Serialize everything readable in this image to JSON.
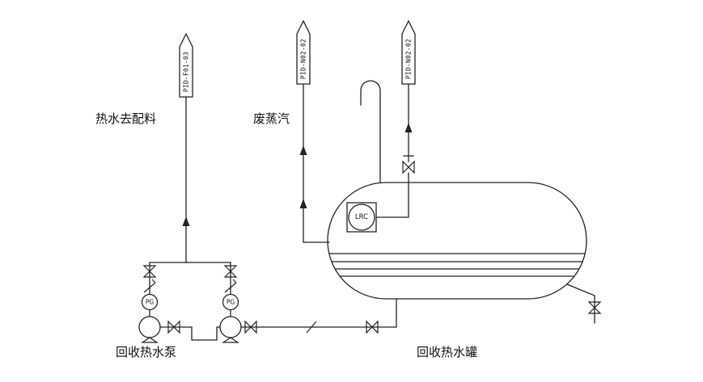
{
  "diagram": {
    "labels": {
      "hot_water_to_batching": "热水去配料",
      "waste_steam": "废蒸汽",
      "pump_caption": "回收热水泵",
      "tank_caption": "回收热水罐"
    },
    "connectors": [
      {
        "id": "PID-F01-03"
      },
      {
        "id": "PID-N02-02"
      },
      {
        "id": "PID-N02-02"
      }
    ],
    "instruments": {
      "lrc": "LRC",
      "pg": "PG"
    },
    "colors": {
      "line": "#222222",
      "background": "#ffffff"
    }
  }
}
